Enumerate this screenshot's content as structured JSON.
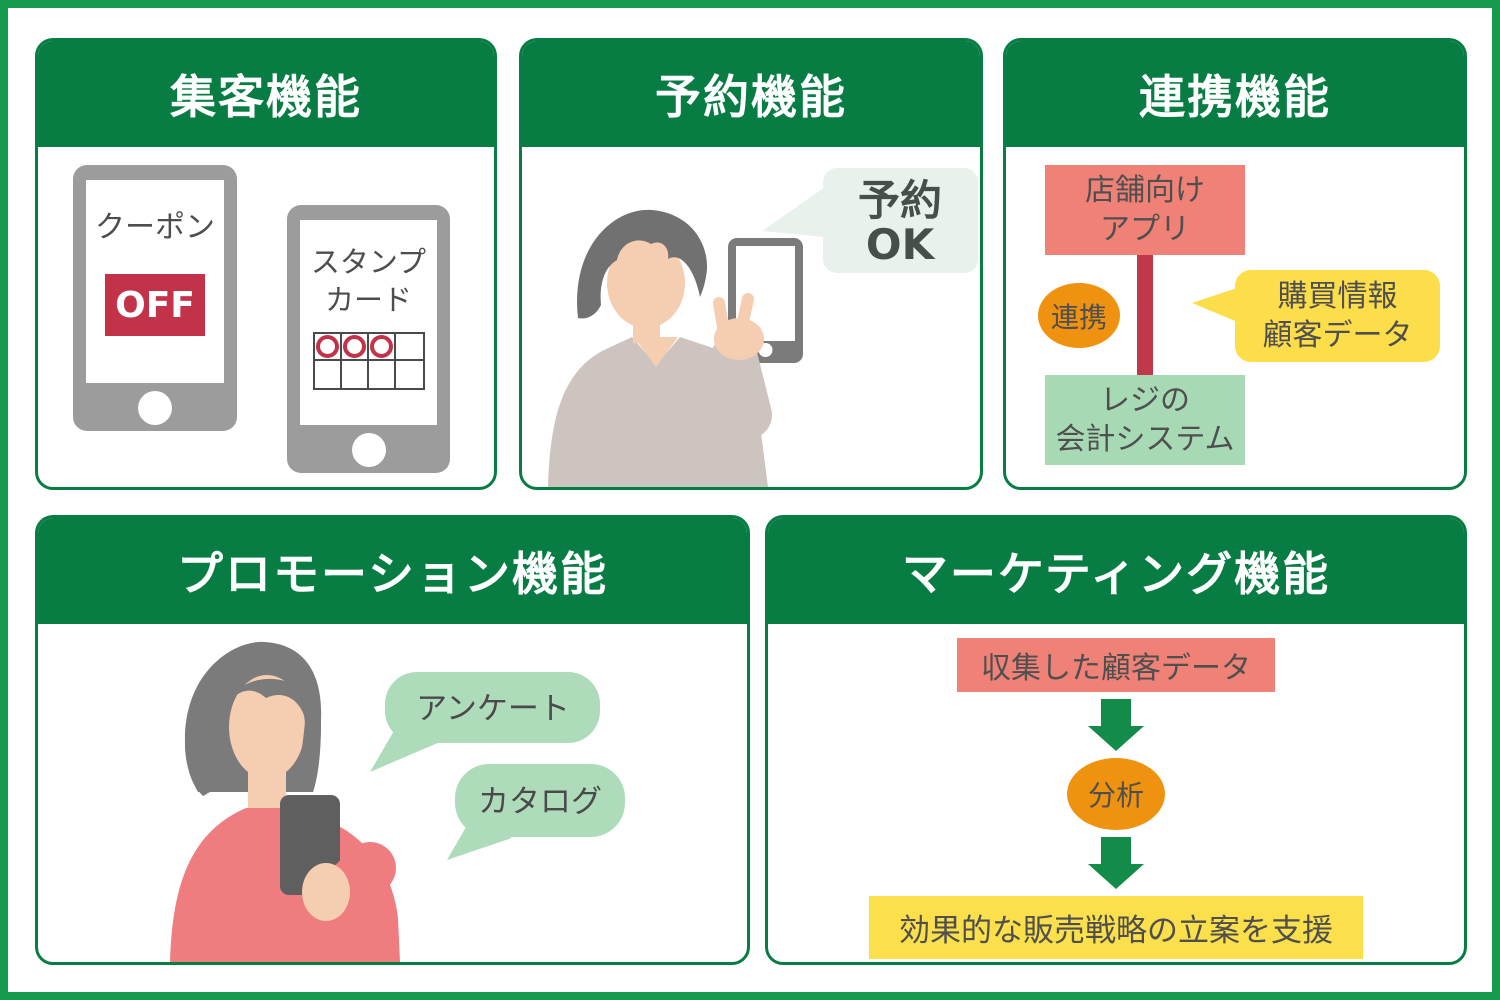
{
  "colors": {
    "frame_green": "#14994d",
    "panel_green": "#087d43",
    "header_text": "#ffffff",
    "text_dark": "#4d4d4d",
    "salmon": "#ef8177",
    "crimson_badge": "#c23349",
    "connector_red": "#c0394a",
    "yellow": "#fcdd4a",
    "light_green": "#a7d9b4",
    "pale_green_bubble": "#e9f1ec",
    "orange": "#ef920f",
    "arrow_green": "#128c48",
    "phone_gray": "#9c9c9c",
    "phone_dark": "#5f5f5f",
    "skin": "#f5cdb1",
    "hair_gray": "#747474",
    "shirt_taupe": "#cdc4c0",
    "shirt_pink": "#ef7d80"
  },
  "panels": {
    "attract": {
      "title": "集客機能",
      "coupon_phone": {
        "label": "クーポン",
        "badge": "OFF"
      },
      "stamp_phone": {
        "label_line1": "スタンプ",
        "label_line2": "カード",
        "stamp_card": {
          "cols": 4,
          "rows": 2,
          "stamped": 3
        }
      }
    },
    "reserve": {
      "title": "予約機能",
      "bubble_line1": "予約",
      "bubble_line2": "OK"
    },
    "link": {
      "title": "連携機能",
      "top_box_line1": "店舗向け",
      "top_box_line2": "アプリ",
      "badge": "連携",
      "bubble_line1": "購買情報",
      "bubble_line2": "顧客データ",
      "bottom_box_line1": "レジの",
      "bottom_box_line2": "会計システム"
    },
    "promotion": {
      "title": "プロモーション機能",
      "bubble1": "アンケート",
      "bubble2": "カタログ"
    },
    "marketing": {
      "title": "マーケティング機能",
      "step1": "収集した顧客データ",
      "step2": "分析",
      "step3": "効果的な販売戦略の立案を支援"
    }
  }
}
